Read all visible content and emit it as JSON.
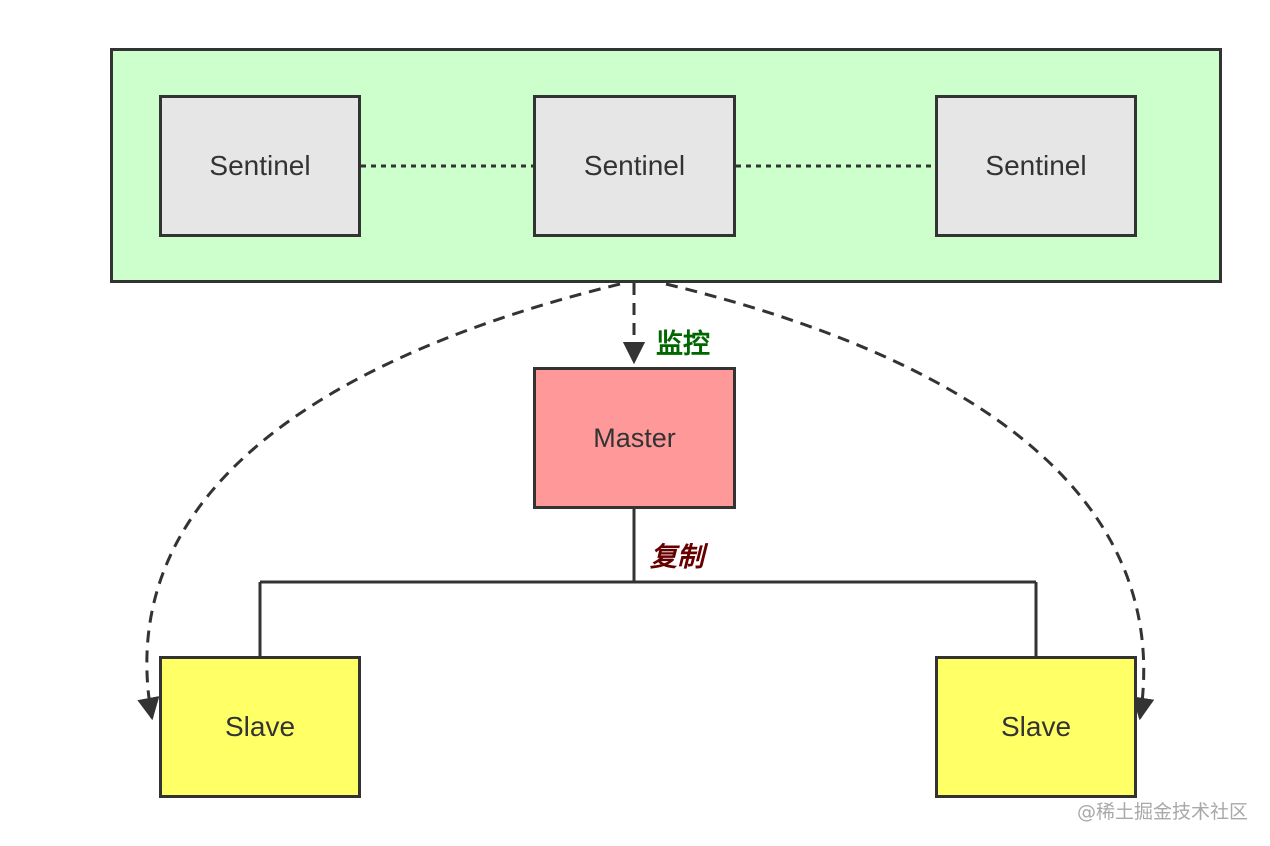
{
  "nodes": {
    "sentinel_1": "Sentinel",
    "sentinel_2": "Sentinel",
    "sentinel_3": "Sentinel",
    "master": "Master",
    "slave_1": "Slave",
    "slave_2": "Slave"
  },
  "edges": {
    "monitor_label": "监控",
    "replicate_label": "复制"
  },
  "colors": {
    "sentinel_group": "#ccffcc",
    "sentinel": "#e6e6e6",
    "master": "#ff9999",
    "slave": "#ffff66",
    "outline": "#333333",
    "monitor_label": "#006600",
    "replicate_label": "#660000"
  },
  "watermark": "@稀土掘金技术社区"
}
